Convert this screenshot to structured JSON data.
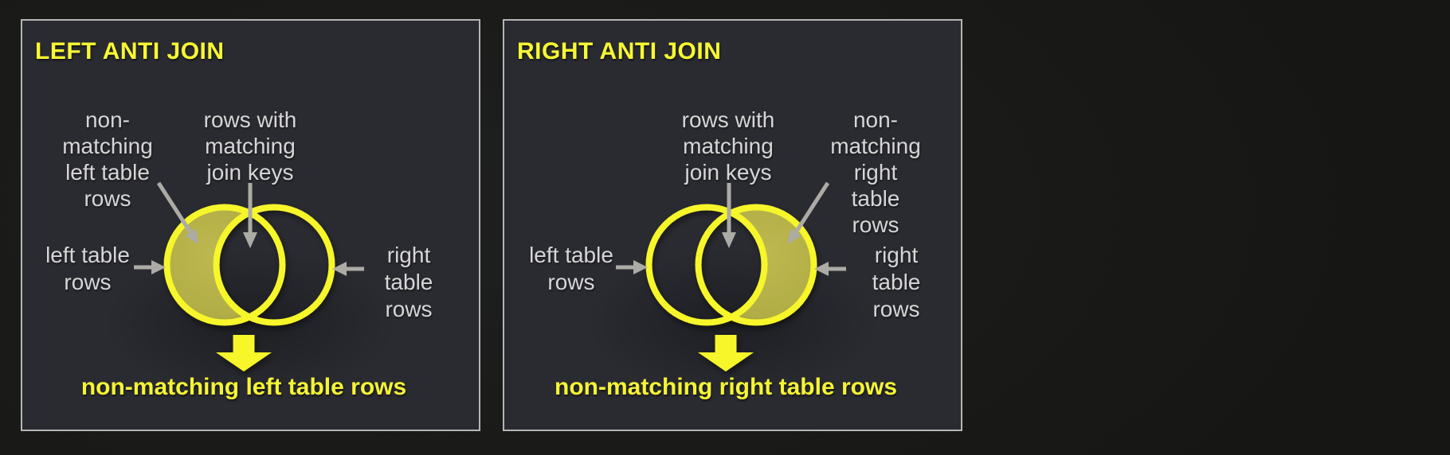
{
  "panels": [
    {
      "title": "LEFT ANTI JOIN",
      "labels": {
        "non_matching": "non-\nmatching\nleft table\nrows",
        "matching": "rows with\nmatching\njoin keys",
        "left_table": "left table\nrows",
        "right_table": "right table\nrows"
      },
      "result": "non-matching left table rows"
    },
    {
      "title": "RIGHT ANTI JOIN",
      "labels": {
        "non_matching": "non-\nmatching\nright table\nrows",
        "matching": "rows with\nmatching\njoin keys",
        "left_table": "left table\nrows",
        "right_table": "right table\nrows"
      },
      "result": "non-matching right table rows"
    }
  ],
  "colors": {
    "outer_background": "#1a1a18",
    "panel_background": "#2a2b31",
    "panel_border": "#b5b5b5",
    "accent_yellow": "#f6f62c",
    "highlight_olive": "#b5b148",
    "label_gray": "#d6d6d6",
    "arrow_gray": "#acaba5"
  }
}
